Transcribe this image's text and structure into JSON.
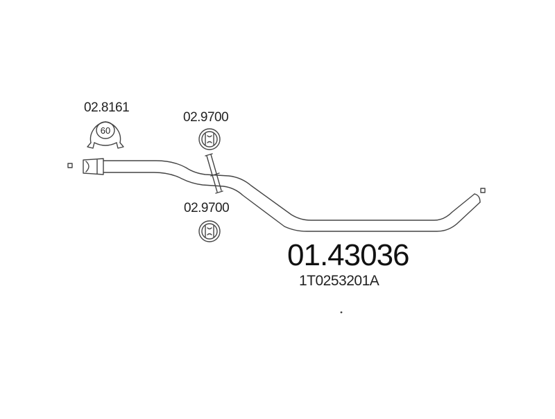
{
  "clamp": {
    "part_number": "02.8161",
    "size_label": "60"
  },
  "hanger_upper": {
    "part_number": "02.9700"
  },
  "hanger_lower": {
    "part_number": "02.9700"
  },
  "pipe": {
    "part_number": "01.43036",
    "oem_number": "1T0253201A"
  },
  "colors": {
    "line": "#444444",
    "text": "#222222",
    "background": "#ffffff"
  }
}
